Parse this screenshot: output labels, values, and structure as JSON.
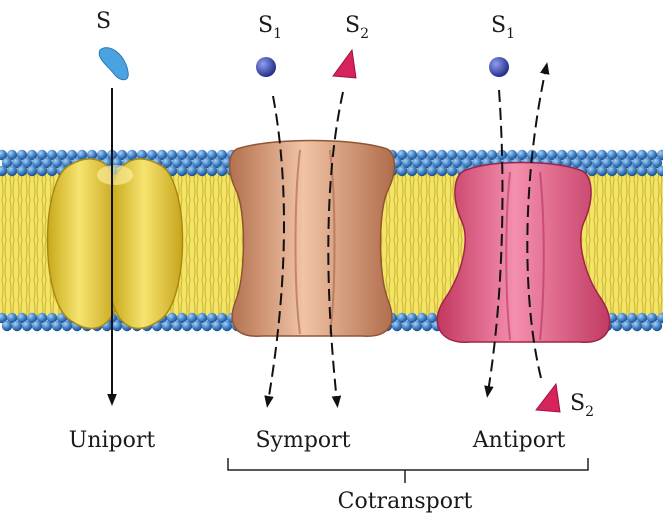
{
  "labels": {
    "uniport_substrate": "S",
    "symport_substrate_1": "S",
    "symport_substrate_1_sub": "1",
    "symport_substrate_2": "S",
    "symport_substrate_2_sub": "2",
    "antiport_substrate_1": "S",
    "antiport_substrate_1_sub": "1",
    "antiport_substrate_2": "S",
    "antiport_substrate_2_sub": "2"
  },
  "captions": {
    "uniport": "Uniport",
    "symport": "Symport",
    "antiport": "Antiport",
    "cotransport": "Cotransport"
  },
  "colors": {
    "lipid_head": "#3f7fc4",
    "lipid_tail": "#f1e25a",
    "uniport_protein": "#ecd23c",
    "symport_protein": "#d99a76",
    "antiport_protein": "#e0557d",
    "substrate_s": "#4aa3e0",
    "substrate_s1": "#3745a8",
    "substrate_s2": "#d6245a"
  }
}
